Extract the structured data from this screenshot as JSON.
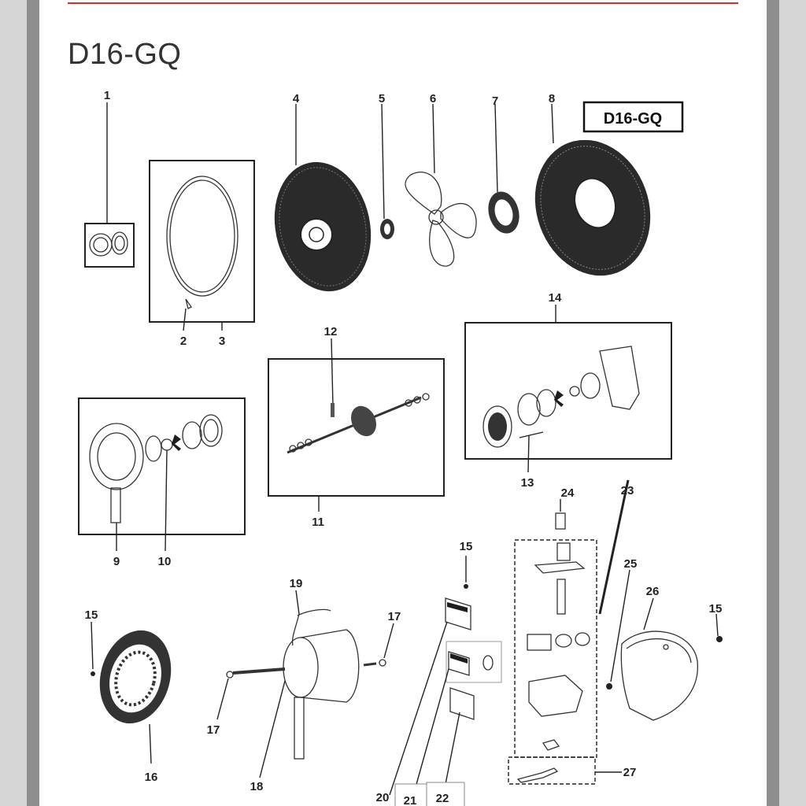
{
  "page": {
    "title": "D16-GQ",
    "model_badge": "D16-GQ"
  },
  "colors": {
    "accent": "#d32f2f",
    "frame": "#8e8e8e",
    "background": "#ffffff"
  },
  "callouts": {
    "c1": "1",
    "c2": "2",
    "c3": "3",
    "c4": "4",
    "c5": "5",
    "c6": "6",
    "c7": "7",
    "c8": "8",
    "c9": "9",
    "c10": "10",
    "c11": "11",
    "c12": "12",
    "c13": "13",
    "c14": "14",
    "c15a": "15",
    "c15b": "15",
    "c15c": "15",
    "c16": "16",
    "c17a": "17",
    "c17b": "17",
    "c18": "18",
    "c19": "19",
    "c20": "20",
    "c21": "21",
    "c22": "22",
    "c23": "23",
    "c24": "24",
    "c25": "25",
    "c26": "26",
    "c27": "27"
  }
}
